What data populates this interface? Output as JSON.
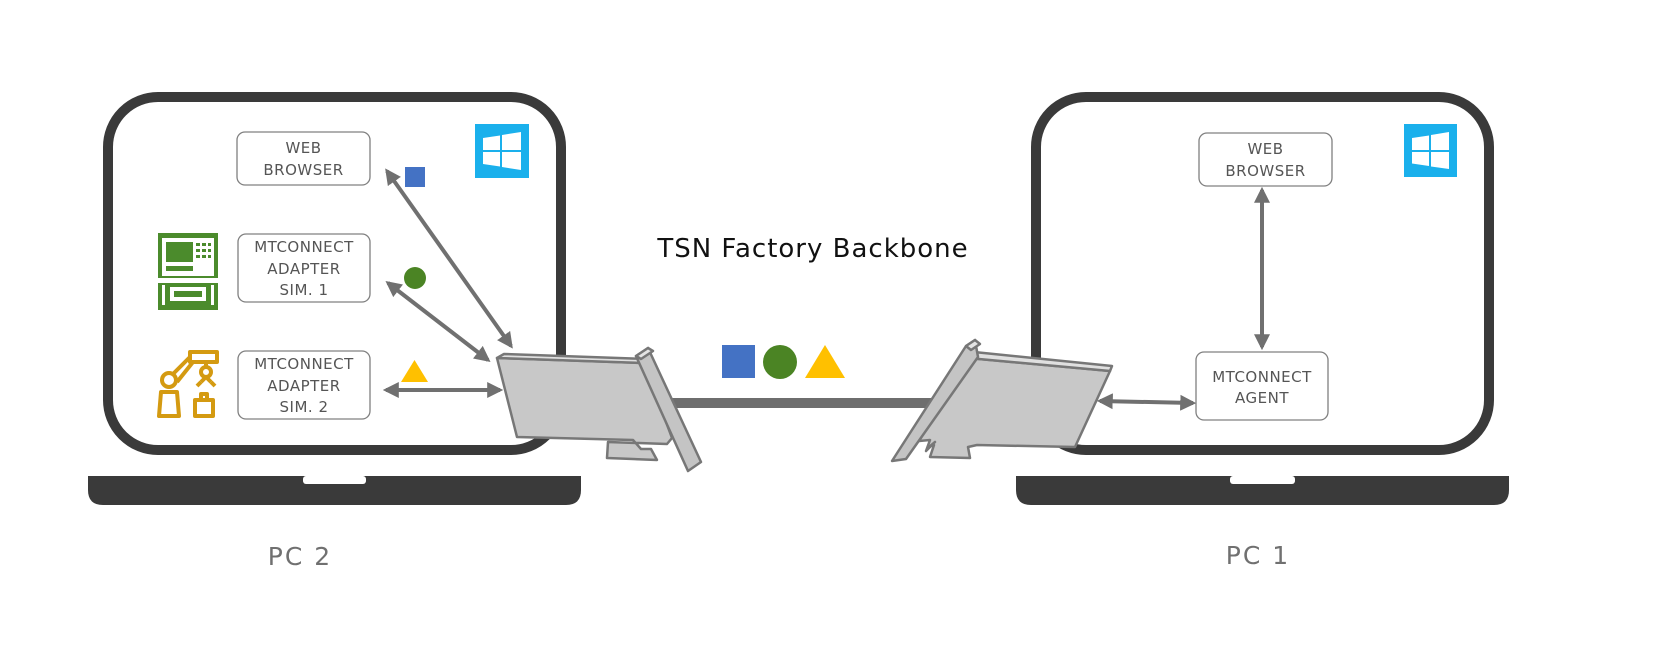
{
  "title": "TSN Factory Backbone",
  "colors": {
    "frame": "#3a3a3a",
    "card": "#c8c8c8",
    "arrow": "#707070",
    "windows": "#1ab0ec",
    "blue": "#4472c4",
    "green": "#4b8424",
    "yellow": "#ffc000",
    "machine_icon": "#4b8b2c",
    "robot_icon": "#d49a11"
  },
  "pc2": {
    "label": "PC 2",
    "web_browser": [
      "WEB",
      "BROWSER"
    ],
    "adapter1": [
      "MTCONNECT",
      "ADAPTER",
      "SIM. 1"
    ],
    "adapter2": [
      "MTCONNECT",
      "ADAPTER",
      "SIM. 2"
    ],
    "icons": [
      "windows-logo-icon",
      "cnc-machine-icon",
      "robot-arm-icon"
    ]
  },
  "pc1": {
    "label": "PC 1",
    "web_browser": [
      "WEB",
      "BROWSER"
    ],
    "agent": [
      "MTCONNECT",
      "AGENT"
    ],
    "icons": [
      "windows-logo-icon"
    ]
  },
  "data_symbols": [
    "blue-square",
    "green-circle",
    "yellow-triangle"
  ]
}
